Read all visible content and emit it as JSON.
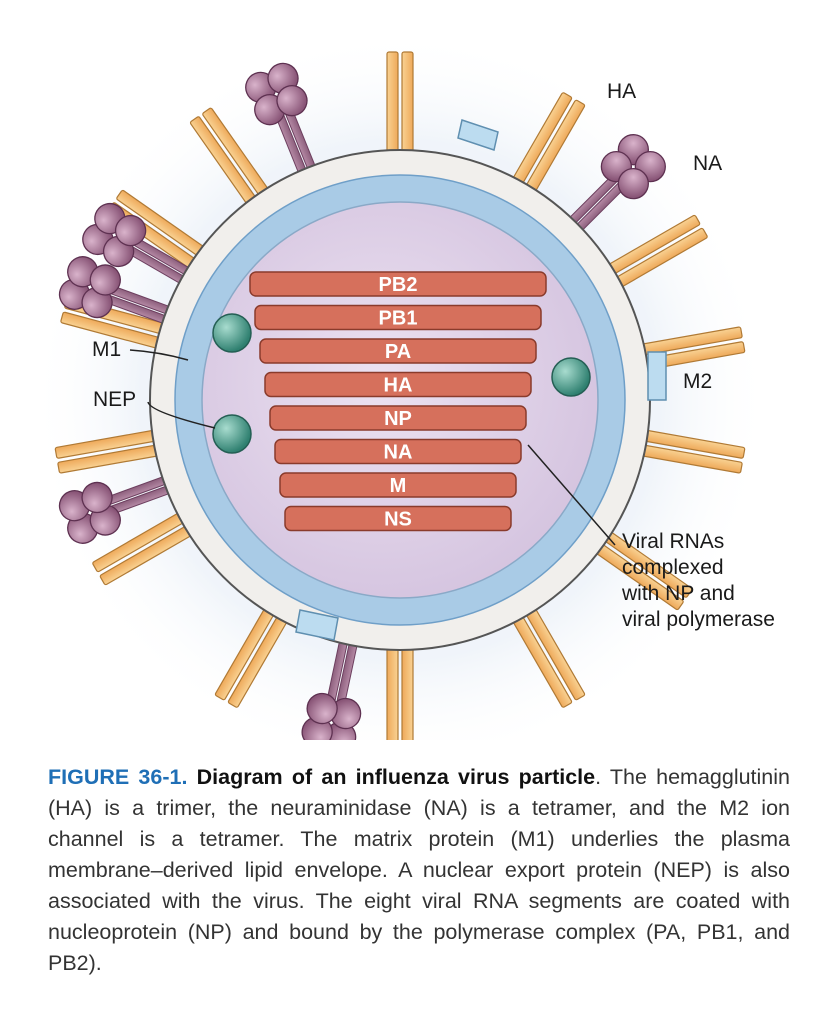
{
  "diagram": {
    "labels": {
      "ha": "HA",
      "na": "NA",
      "m1": "M1",
      "nep": "NEP",
      "m2": "M2",
      "viral_rnas": [
        "Viral RNAs",
        "complexed",
        "with NP and",
        "viral polymerase"
      ]
    },
    "segments": [
      "PB2",
      "PB1",
      "PA",
      "HA",
      "NP",
      "NA",
      "M",
      "NS"
    ],
    "colors": {
      "background_glow": "#e8f0f8",
      "envelope": "#f1efec",
      "matrix_layer": "#a9cbe6",
      "core": "#ddd0e6",
      "rna_segment": "#d6705c",
      "ha_spike": "#f7c27a",
      "na_spike": "#9c6a88",
      "m2_channel": "#bcdcf0",
      "nep_sphere": "#3f9a88",
      "figure_number": "#1f6fb6"
    }
  },
  "caption": {
    "figure_number": "FIGURE 36-1.",
    "title": "Diagram of an influenza virus particle",
    "body": ". The hemagglutinin (HA) is a trimer, the neuraminidase (NA) is a tetramer, and the M2 ion channel is a tetramer. The matrix protein (M1) underlies the plasma membrane–derived lipid envelope. A nuclear export protein (NEP) is also associated with the virus. The eight viral RNA segments are coated with nucleoprotein (NP) and bound by the polymerase complex (PA, PB1, and PB2)."
  }
}
